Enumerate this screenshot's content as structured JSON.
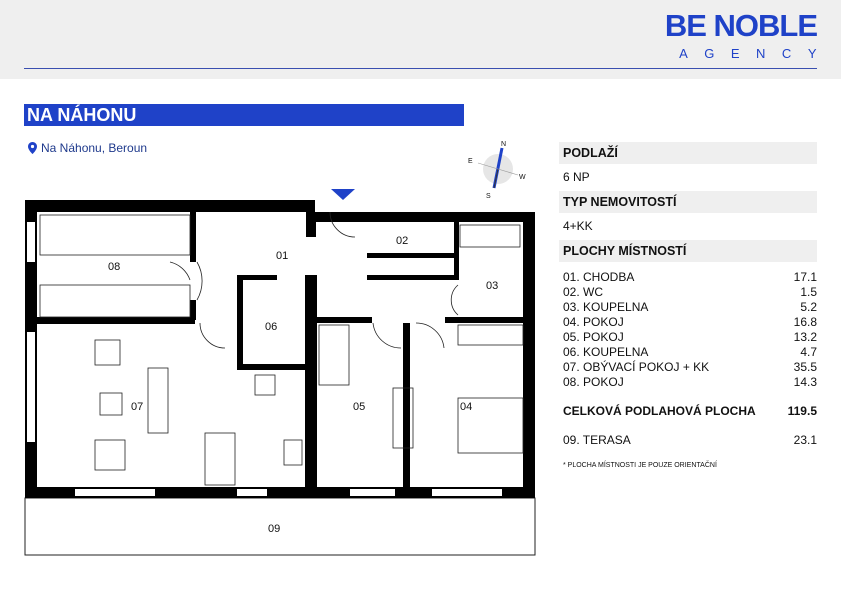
{
  "brand": {
    "name": "BE NOBLE",
    "sub": "AGENCY",
    "color": "#1f42c8"
  },
  "title": "NA NÁHONU",
  "address": "Na Náhonu, Beroun",
  "compass": {
    "n": "N",
    "e": "E",
    "w": "W",
    "s": "S"
  },
  "panel": {
    "floor_label": "PODLAŽÍ",
    "floor_value": "6 NP",
    "type_label": "TYP NEMOVITOSTÍ",
    "type_value": "4+KK",
    "areas_label": "PLOCHY MÍSTNOSTÍ",
    "rooms": [
      {
        "name": "01. CHODBA",
        "area": "17.1"
      },
      {
        "name": "02. WC",
        "area": "1.5"
      },
      {
        "name": "03. KOUPELNA",
        "area": "5.2"
      },
      {
        "name": "04. POKOJ",
        "area": "16.8"
      },
      {
        "name": "05. POKOJ",
        "area": "13.2"
      },
      {
        "name": "06. KOUPELNA",
        "area": "4.7"
      },
      {
        "name": "07. OBÝVACÍ POKOJ + KK",
        "area": "35.5"
      },
      {
        "name": "08. POKOJ",
        "area": "14.3"
      }
    ],
    "total_label": "CELKOVÁ PODLAHOVÁ PLOCHA",
    "total_value": "119.5",
    "terrace_label": "09. TERASA",
    "terrace_value": "23.1",
    "note": "* PLOCHA MÍSTNOSTI JE POUZE ORIENTAČNÍ"
  },
  "plan_labels": {
    "r01": "01",
    "r02": "02",
    "r03": "03",
    "r04": "04",
    "r05": "05",
    "r06": "06",
    "r07": "07",
    "r08": "08",
    "r09": "09"
  }
}
